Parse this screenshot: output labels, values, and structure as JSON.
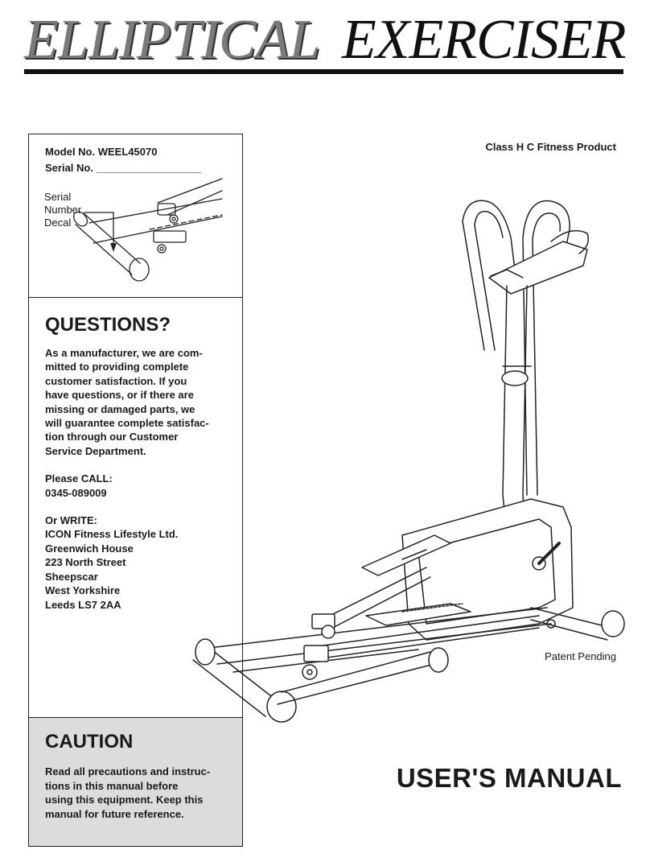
{
  "title": {
    "part1": "ELLIPTICAL",
    "part2": "EXERCISER"
  },
  "model_box": {
    "model_no": "Model No. WEEL45070",
    "serial_no": "Serial No. __________________",
    "decal_label": [
      "Serial",
      "Number",
      "Decal"
    ]
  },
  "product_class": "Class H C Fitness Product",
  "questions": {
    "heading": "QUESTIONS?",
    "intro": "As a manufacturer, we are com-\nmitted to providing complete\ncustomer satisfaction. If you\nhave questions, or if there are\nmissing or damaged parts, we\nwill guarantee complete satisfac-\ntion through our Customer\nService Department.",
    "call": "Please CALL:\n0345-089009",
    "write": "Or WRITE:\nICON Fitness Lifestyle Ltd.\nGreenwich House\n223 North Street\nSheepscar\nWest Yorkshire\nLeeds LS7 2AA"
  },
  "patent": "Patent Pending",
  "caution": {
    "heading": "CAUTION",
    "text": "Read all precautions and instruc-\ntions in this manual before\nusing this equipment. Keep this\nmanual for future reference."
  },
  "manual_title": "USER'S MANUAL"
}
